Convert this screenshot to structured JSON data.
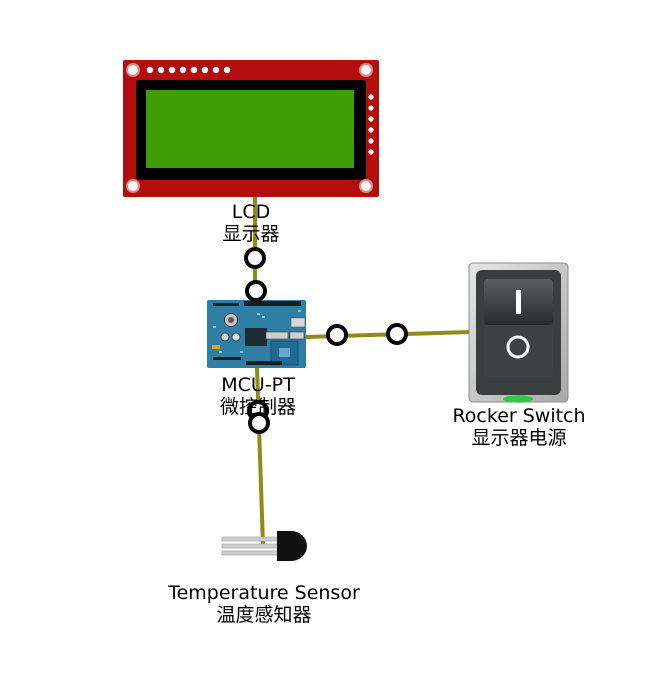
{
  "components": [
    {
      "id": "lcd",
      "name": "LCD",
      "subtitle": "显示器"
    },
    {
      "id": "mcu",
      "name": "MCU-PT",
      "subtitle": "微控制器"
    },
    {
      "id": "switch",
      "name": "Rocker Switch",
      "subtitle": "显示器电源"
    },
    {
      "id": "sensor",
      "name": "Temperature Sensor",
      "subtitle": "温度感知器"
    }
  ],
  "connections": [
    {
      "from": "lcd",
      "to": "mcu"
    },
    {
      "from": "mcu",
      "to": "switch"
    },
    {
      "from": "mcu",
      "to": "sensor"
    }
  ],
  "colors": {
    "wire": "#8f8c16",
    "connector": "#000000",
    "lcd_board": "#b30d0d",
    "lcd_screen": "#3f9c04",
    "mcu_board": "#2e7ea6",
    "switch_body": "#3b3e3f",
    "switch_led": "#2dc84a"
  }
}
